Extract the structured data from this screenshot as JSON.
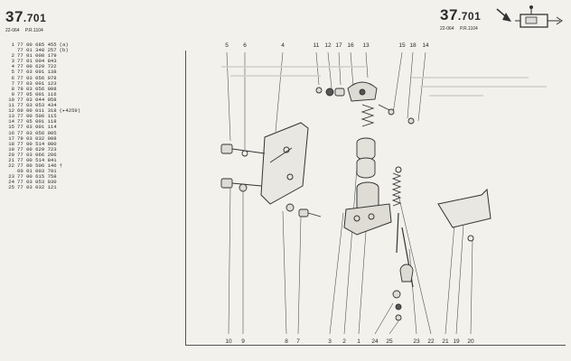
{
  "header_left": {
    "num_main": "37",
    "num_sub": ".701",
    "code": "22-064",
    "pr": "P.R.1104"
  },
  "header_right": {
    "num_main": "37",
    "num_sub": ".701",
    "code": "22-064",
    "pr": "P.R.1104"
  },
  "parts": [
    {
      "n": "1",
      "ref": "77 00 685 455",
      "note": "(a)"
    },
    {
      "n": "",
      "ref": "77 01 348 257",
      "note": "(b)"
    },
    {
      "n": "2",
      "ref": "77 01 008 179",
      "note": ""
    },
    {
      "n": "3",
      "ref": "77 01 004 843",
      "note": ""
    },
    {
      "n": "4",
      "ref": "77 00 629 722",
      "note": ""
    },
    {
      "n": "5",
      "ref": "77 03 001 138",
      "note": ""
    },
    {
      "n": "6",
      "ref": "77 03 056 078",
      "note": ""
    },
    {
      "n": "7",
      "ref": "77 03 001 123",
      "note": ""
    },
    {
      "n": "8",
      "ref": "79 03 056 008",
      "note": ""
    },
    {
      "n": "9",
      "ref": "77 05 001 116",
      "note": ""
    },
    {
      "n": "10",
      "ref": "77 03 044 058",
      "note": ""
    },
    {
      "n": "11",
      "ref": "77 03 053 434",
      "note": ""
    },
    {
      "n": "12",
      "ref": "60 00 011 318",
      "note": "(▸4259)"
    },
    {
      "n": "13",
      "ref": "77 00 506 115",
      "note": ""
    },
    {
      "n": "14",
      "ref": "77 05 001 118",
      "note": ""
    },
    {
      "n": "15",
      "ref": "77 03 001 114",
      "note": ""
    },
    {
      "n": "16",
      "ref": "77 03 056 005",
      "note": ""
    },
    {
      "n": "17",
      "ref": "79 03 032 008",
      "note": ""
    },
    {
      "n": "18",
      "ref": "77 00 514 080",
      "note": ""
    },
    {
      "n": "19",
      "ref": "77 00 629 723",
      "note": ""
    },
    {
      "n": "20",
      "ref": "77 03 066 206",
      "note": ""
    },
    {
      "n": "21",
      "ref": "77 00 514 841",
      "note": ""
    },
    {
      "n": "22",
      "ref": "77 00 506 146",
      "note": "†"
    },
    {
      "n": "",
      "ref": "60 01 003 791",
      "note": ""
    },
    {
      "n": "23",
      "ref": "77 00 615 758",
      "note": ""
    },
    {
      "n": "24",
      "ref": "77 03 053 030",
      "note": ""
    },
    {
      "n": "25",
      "ref": "77 03 032 121",
      "note": ""
    }
  ],
  "callouts_top": [
    "5",
    "6",
    "4",
    "11",
    "12",
    "17",
    "16",
    "13",
    "15",
    "18",
    "14"
  ],
  "callouts_bottom": [
    "10",
    "9",
    "8",
    "7",
    "3",
    "2",
    "1",
    "24",
    "25",
    "23",
    "22",
    "21",
    "19",
    "20"
  ]
}
